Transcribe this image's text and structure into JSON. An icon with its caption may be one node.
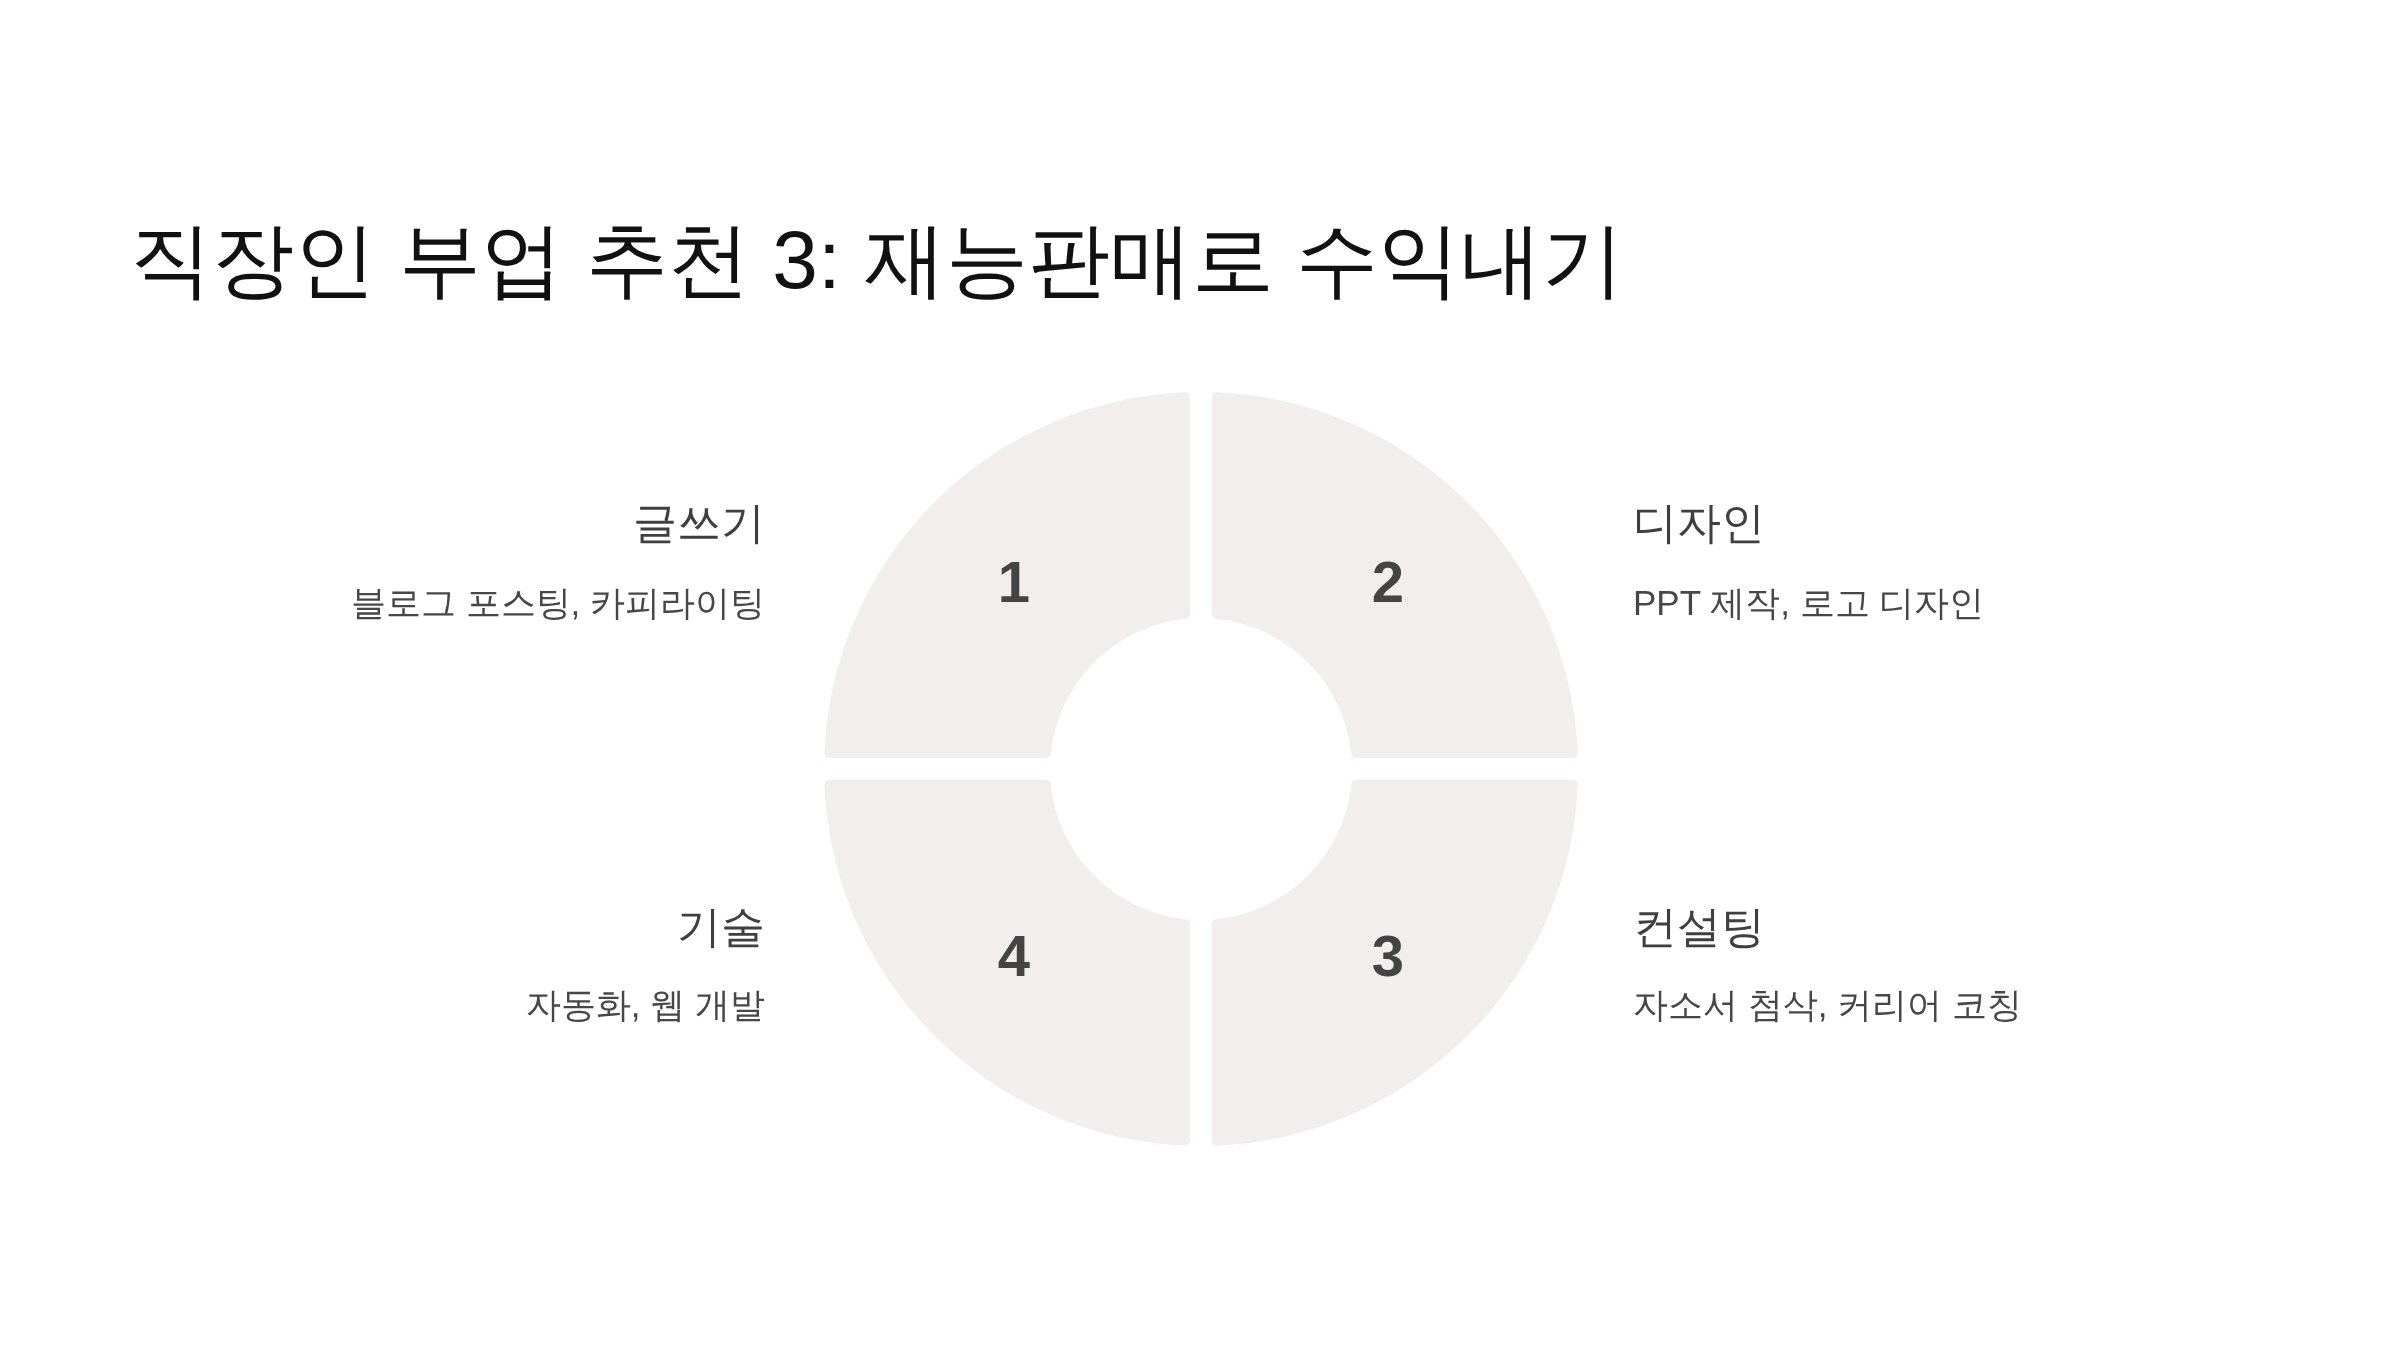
{
  "diagram": {
    "title": "직장인 부업 추천 3: 재능판매로 수익내기",
    "nodes": [
      {
        "text": [
          "1"
        ],
        "beside": [
          "글쓰기",
          "블로그 포스팅, 카피라이팅"
        ]
      },
      {
        "text": [
          "2"
        ],
        "beside": [
          "디자인",
          "PPT 제작, 로고 디자인"
        ]
      },
      {
        "text": [
          "4"
        ],
        "beside": [
          "기술",
          "자동화, 웹 개발"
        ]
      },
      {
        "text": [
          "3"
        ],
        "beside": [
          "컨설팅",
          "자소서 첨삭, 커리어 코칭"
        ]
      }
    ]
  }
}
